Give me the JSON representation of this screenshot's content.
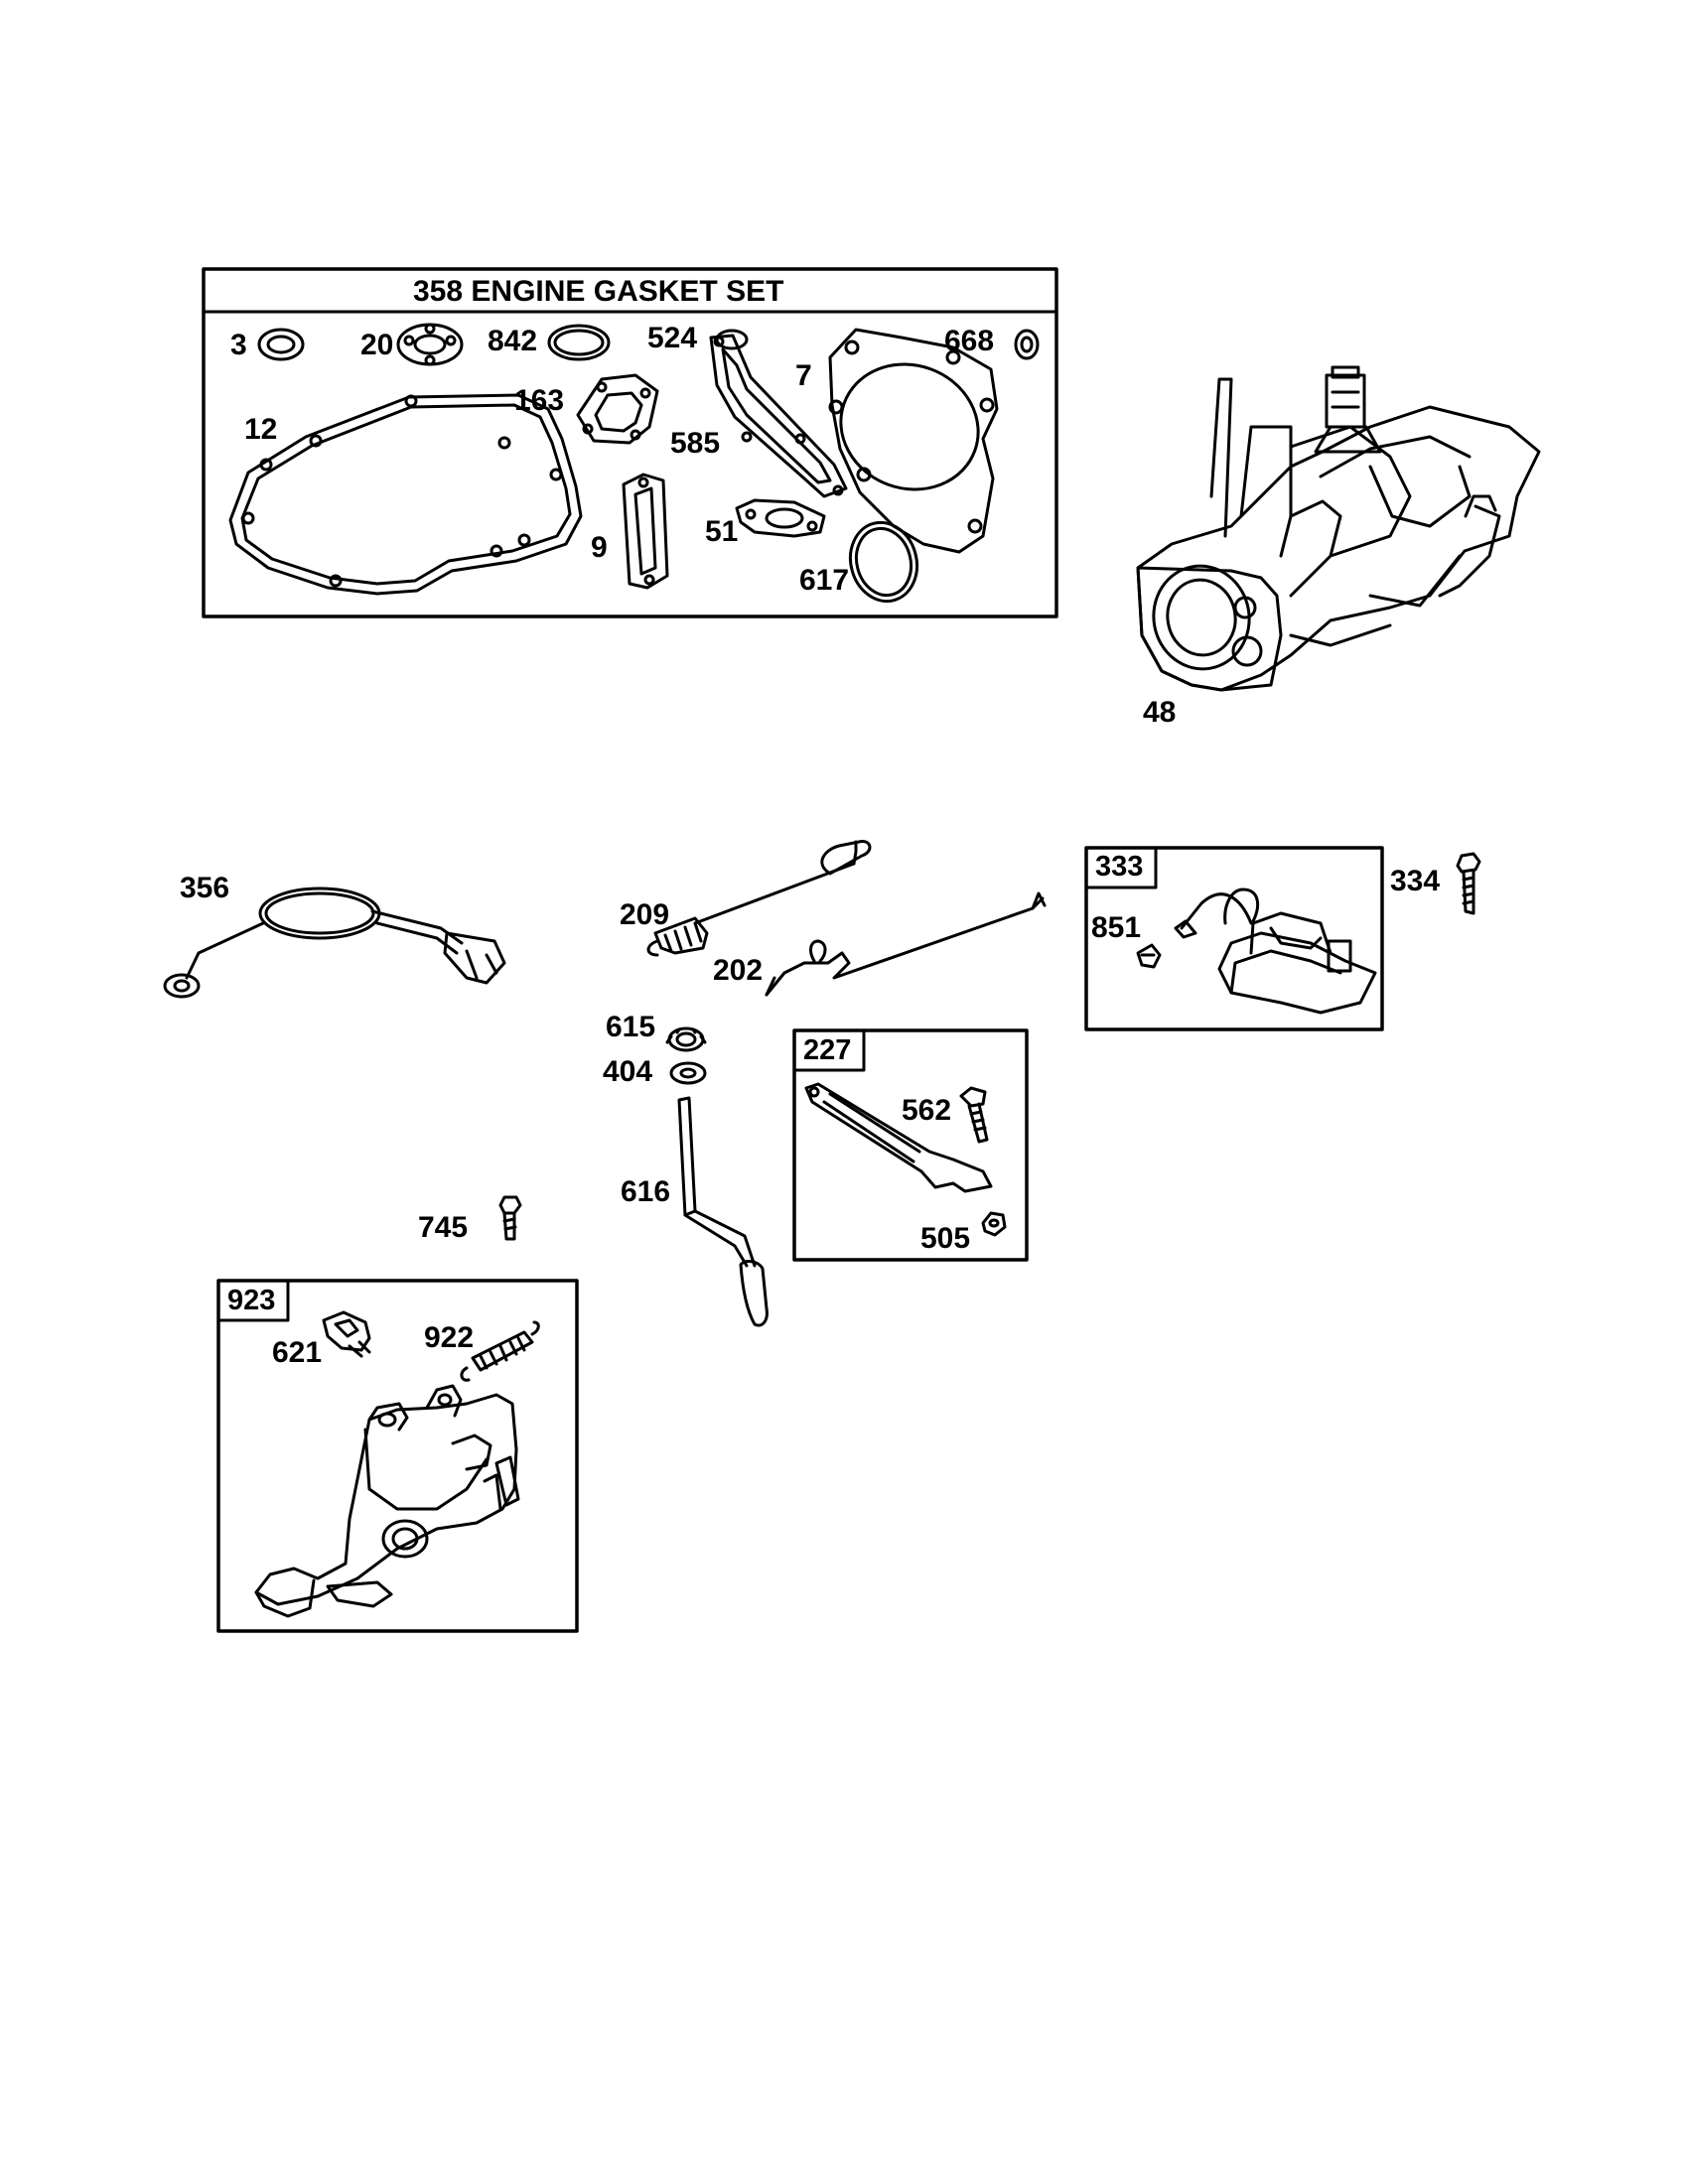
{
  "gasket_set": {
    "title": "358 ENGINE GASKET SET",
    "parts": {
      "p3": "3",
      "p20": "20",
      "p842": "842",
      "p524": "524",
      "p668": "668",
      "p7": "7",
      "p163": "163",
      "p12": "12",
      "p585": "585",
      "p51": "51",
      "p9": "9",
      "p617": "617"
    }
  },
  "parts": {
    "p48": "48",
    "p356": "356",
    "p209": "209",
    "p202": "202",
    "p334": "334",
    "p615": "615",
    "p404": "404",
    "p616": "616",
    "p745": "745"
  },
  "kit_333": {
    "tag": "333",
    "p851": "851"
  },
  "kit_227": {
    "tag": "227",
    "p562": "562",
    "p505": "505"
  },
  "kit_923": {
    "tag": "923",
    "p621": "621",
    "p922": "922"
  }
}
